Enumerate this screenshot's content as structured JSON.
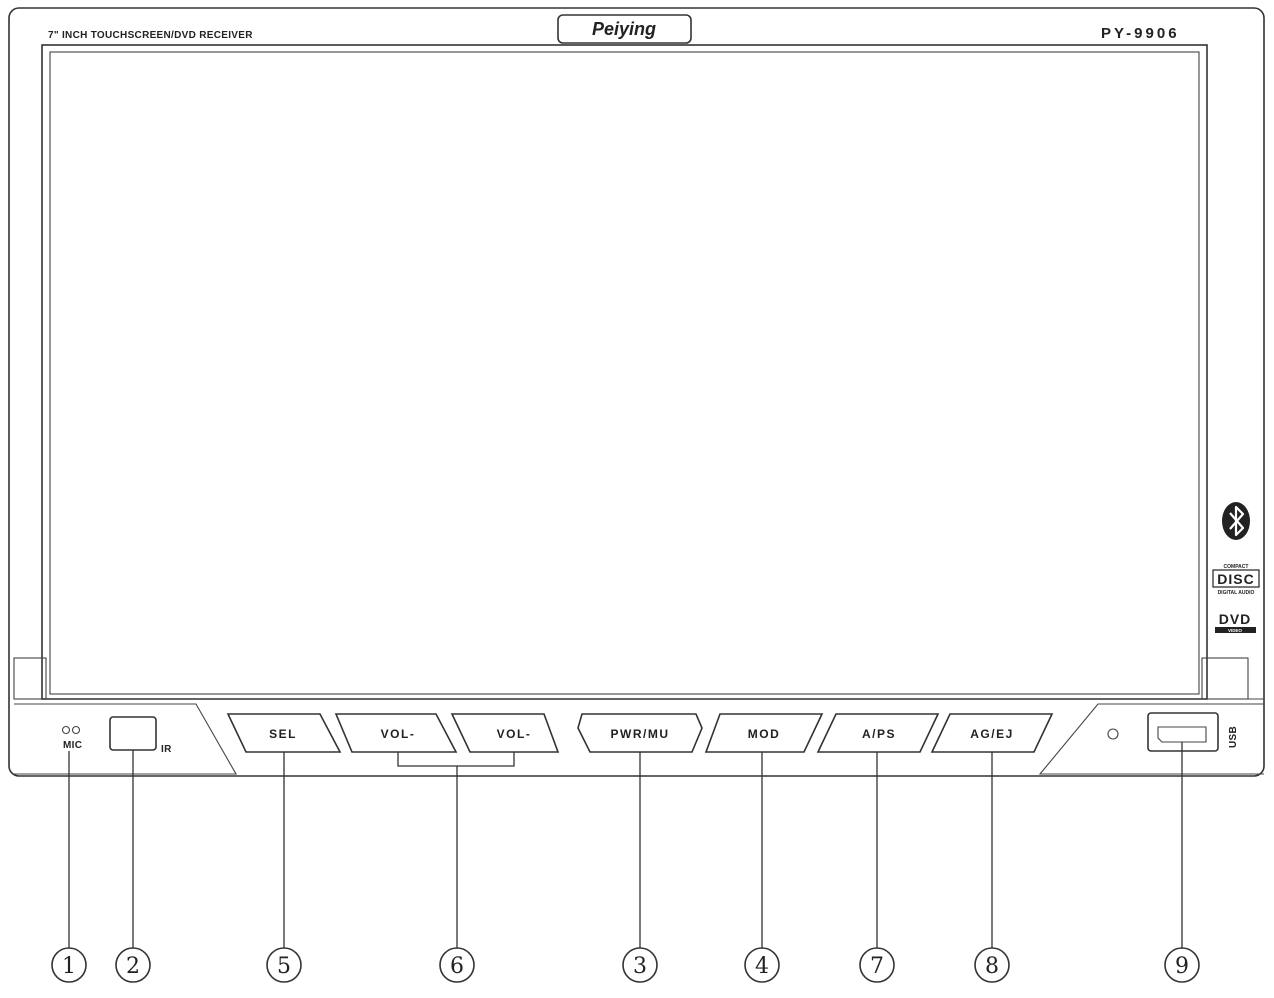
{
  "header": {
    "subtitle": "7\" INCH TOUCHSCREEN/DVD RECEIVER",
    "brand": "Peiying",
    "model": "PY-9906"
  },
  "left_panel": {
    "mic_label": "MIC",
    "ir_label": "IR"
  },
  "buttons": {
    "sel": "SEL",
    "vol_down": "VOL-",
    "vol_up": "VOL-",
    "pwr_mu": "PWR/MU",
    "mod": "MOD",
    "aps": "A/PS",
    "ag_ej": "AG/EJ"
  },
  "right_panel": {
    "usb_label": "USB"
  },
  "logos": {
    "bluetooth": "bluetooth-icon",
    "disc_top": "COMPACT",
    "disc_main": "DISC",
    "disc_bottom": "DIGITAL AUDIO",
    "dvd": "DVD",
    "dvd_sub": "VIDEO"
  },
  "callouts": [
    "1",
    "2",
    "5",
    "6",
    "3",
    "4",
    "7",
    "8",
    "9"
  ]
}
